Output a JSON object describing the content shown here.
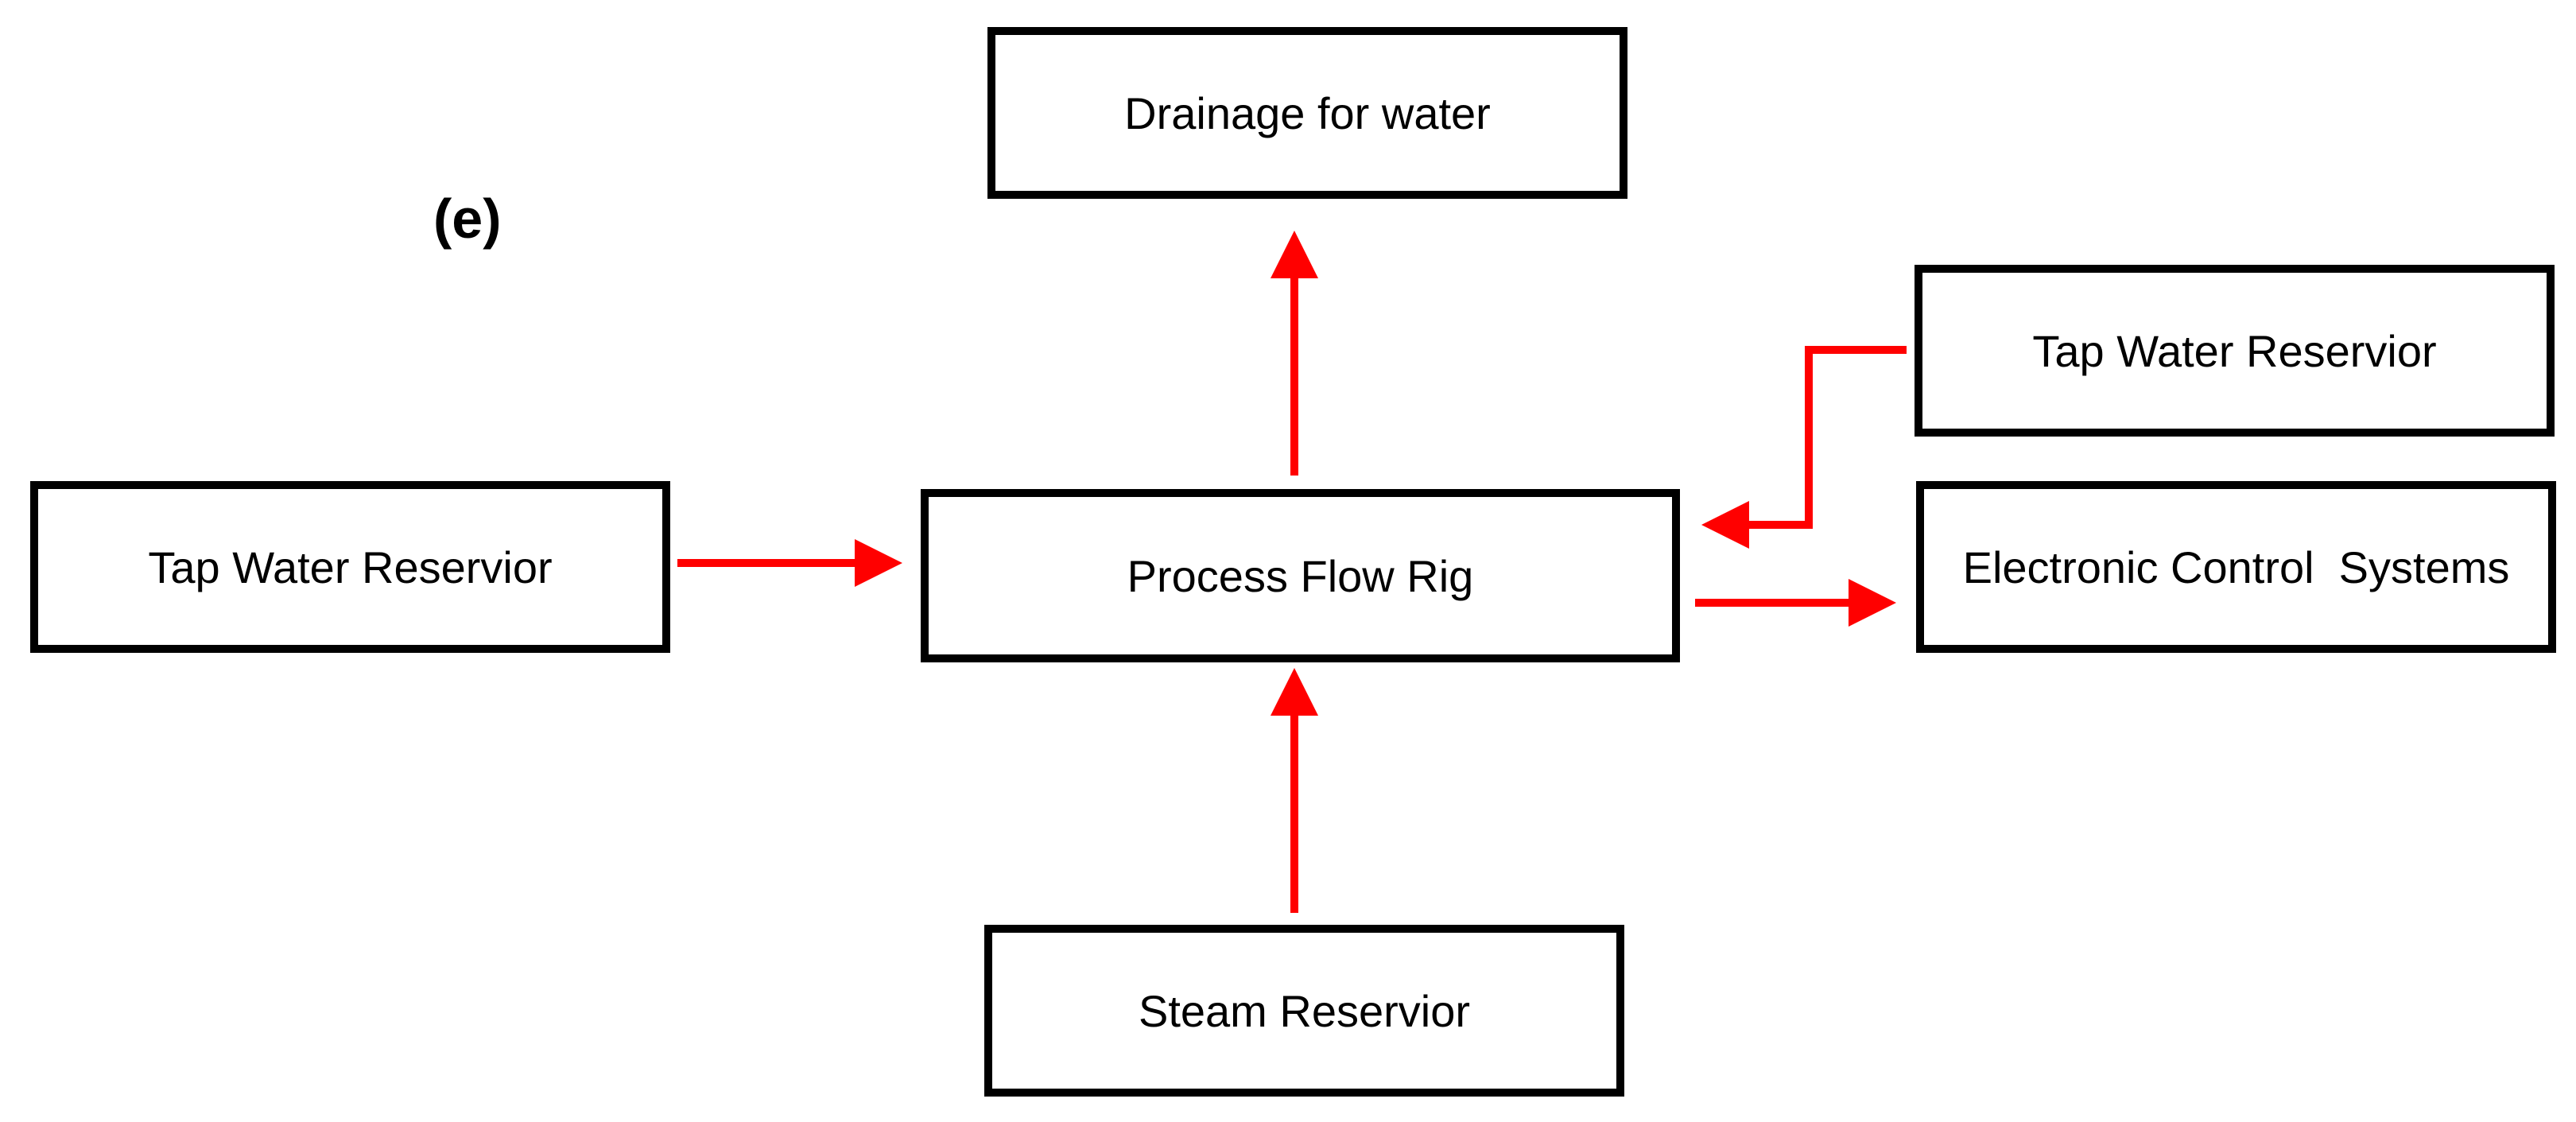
{
  "panel_label": "(e)",
  "colors": {
    "arrow": "#ff0000",
    "box_border": "#000000",
    "text": "#000000",
    "background": "#ffffff"
  },
  "nodes": {
    "drainage": "Drainage for water",
    "tap_water_right": "Tap Water Reservior",
    "tap_water_left": "Tap Water Reservior",
    "process_flow_rig": "Process Flow Rig",
    "electronic_control": "Electronic Control  Systems",
    "steam_reservoir": "Steam Reservior"
  },
  "edges": [
    {
      "from": "process_flow_rig",
      "to": "drainage"
    },
    {
      "from": "tap_water_right",
      "to": "process_flow_rig"
    },
    {
      "from": "tap_water_left",
      "to": "process_flow_rig"
    },
    {
      "from": "process_flow_rig",
      "to": "electronic_control"
    },
    {
      "from": "steam_reservoir",
      "to": "process_flow_rig"
    }
  ]
}
